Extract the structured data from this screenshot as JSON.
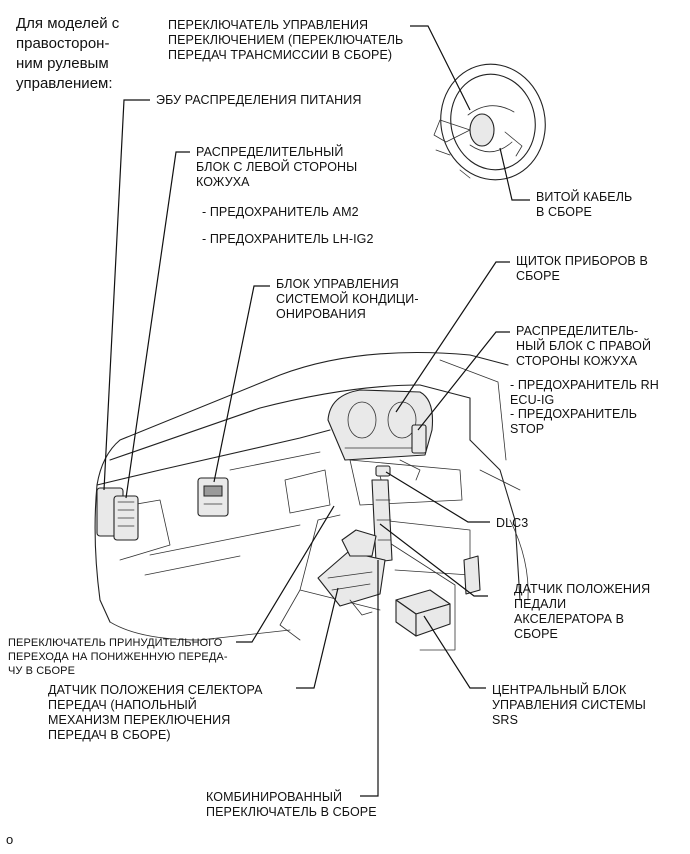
{
  "heading": "Для моделей с\nправосторон-\nним рулевым\nуправлением:",
  "labels": {
    "shift_switch": "ПЕРЕКЛЮЧАТЕЛЬ УПРАВЛЕНИЯ\nПЕРЕКЛЮЧЕНИЕМ (ПЕРЕКЛЮЧАТЕЛЬ\nПЕРЕДАЧ ТРАНСМИССИИ В СБОРЕ)",
    "power_ecu": "ЭБУ РАСПРЕДЕЛЕНИЯ ПИТАНИЯ",
    "left_junction_block": "РАСПРЕДЕЛИТЕЛЬНЫЙ\nБЛОК С ЛЕВОЙ СТОРОНЫ\nКОЖУХА",
    "fuse_am2": "- ПРЕДОХРАНИТЕЛЬ AM2",
    "fuse_lh_ig2": "- ПРЕДОХРАНИТЕЛЬ LH-IG2",
    "spiral_cable": "ВИТОЙ КАБЕЛЬ\nВ СБОРЕ",
    "combination_meter": "ЩИТОК ПРИБОРОВ В\nСБОРЕ",
    "ac_control": "БЛОК УПРАВЛЕНИЯ\nСИСТЕМОЙ КОНДИЦИ-\nОНИРОВАНИЯ",
    "right_junction_block": "РАСПРЕДЕЛИТЕЛЬ-\nНЫЙ БЛОК С ПРАВОЙ\nСТОРОНЫ КОЖУХА",
    "fuse_rh_ecu_ig": "- ПРЕДОХРАНИТЕЛЬ RH\nECU-IG",
    "fuse_stop": "- ПРЕДОХРАНИТЕЛЬ\nSTOP",
    "dlc3": "DLC3",
    "accel_sensor": "ДАТЧИК ПОЛОЖЕНИЯ\nПЕДАЛИ\nАКСЕЛЕРАТОРА В\nСБОРЕ",
    "kickdown_switch": "ПЕРЕКЛЮЧАТЕЛЬ ПРИНУДИТЕЛЬНОГО\nПЕРЕХОДА НА ПОНИЖЕННУЮ ПЕРЕДА-\nЧУ В СБОРЕ",
    "selector_sensor": "ДАТЧИК ПОЛОЖЕНИЯ СЕЛЕКТОРА\nПЕРЕДАЧ (НАПОЛЬНЫЙ\nМЕХАНИЗМ ПЕРЕКЛЮЧЕНИЯ\nПЕРЕДАЧ В СБОРЕ)",
    "srs_unit": "ЦЕНТРАЛЬНЫЙ БЛОК\nУПРАВЛЕНИЯ СИСТЕМЫ\nSRS",
    "combination_switch": "КОМБИНИРОВАННЫЙ\nПЕРЕКЛЮЧАТЕЛЬ В СБОРЕ"
  },
  "footer_mark": "o"
}
